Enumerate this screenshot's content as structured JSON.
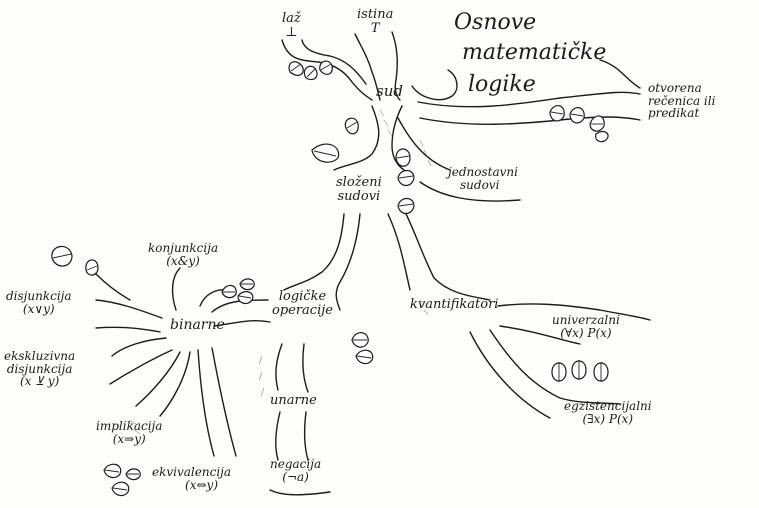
{
  "title_lines": [
    "Osnove",
    "matematičke",
    "logike"
  ],
  "nodes": {
    "laz": {
      "line1": "laž",
      "line2": "⊥"
    },
    "istina": {
      "line1": "istina",
      "line2": "T"
    },
    "sud": "sud",
    "otvorena": {
      "line1": "otvorena",
      "line2": "rečenica ili",
      "line3": "predikat"
    },
    "slozeni": {
      "line1": "složeni",
      "line2": "sudovi"
    },
    "jednostavni": {
      "line1": "jednostavni",
      "line2": "sudovi"
    },
    "konjunkcija": {
      "line1": "konjunkcija",
      "line2": "(x&y)"
    },
    "disjunkcija": {
      "line1": "disjunkcija",
      "line2": "(x∨y)"
    },
    "ekskluzivna": {
      "line1": "ekskluzivna",
      "line2": "disjunkcija",
      "line3": "(x ⊻ y)"
    },
    "binarne": "binarne",
    "logicke": {
      "line1": "logičke",
      "line2": "operacije"
    },
    "kvantifikatori": "kvantifikatori",
    "univerzalni": {
      "line1": "univerzalni",
      "line2": "(∀x) P(x)"
    },
    "egzistencijalni": {
      "line1": "egzistencijalni",
      "line2": "(∃x) P(x)"
    },
    "unarne": "unarne",
    "implikacija": {
      "line1": "implikacija",
      "line2": "(x⇒y)"
    },
    "ekvivalencija": {
      "line1": "ekvivalencija",
      "line2": "(x⇔y)"
    },
    "negacija": {
      "line1": "negacija",
      "line2": "(¬a)"
    }
  }
}
